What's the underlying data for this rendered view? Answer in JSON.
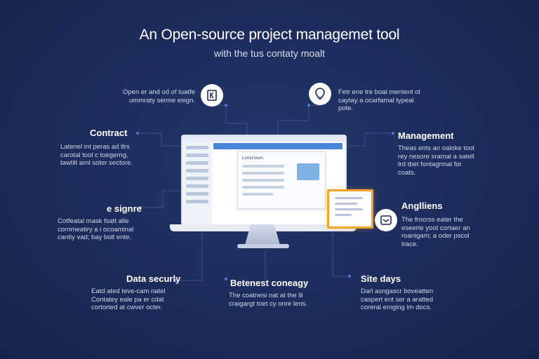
{
  "header": {
    "title": "An Open-source project managemet tool",
    "subtitle": "with the tus contaty moalt"
  },
  "items": {
    "top_left": {
      "text": "Open er and od of tuatfe ummraty serme esign."
    },
    "top_right": {
      "text": "Fetr ene tre boal mentent ol caytay a ocarfamal typeal pote."
    },
    "contract": {
      "heading": "Contract",
      "text": "Latenel int peras ad tlrs carotal tool c toegerng, tawtilt arnl soter sectore."
    },
    "management": {
      "heading": "Management",
      "text": "Theas ents an oaloke tool rey nesore sramal a satell trd tbet fontagrmal for coats."
    },
    "esigne": {
      "heading": "e signre",
      "text": "Cotfeatal mask fsatt alle cornmeatiry a i ocoaminal cantiy vad; bay bolt ente."
    },
    "anglliens": {
      "heading": "Anglliens",
      "text": "The frocrss eater the eseerte yoot cortaer an roanigam; a oder pscol trace."
    },
    "data_security": {
      "heading": "Data securly",
      "text": "Eatd ated teve-cam natel Contatey eale pa er cdat cortorted at cwver octer."
    },
    "betenest": {
      "heading": "Betenest coneagy",
      "text": "The coatnesi nat at the lil craigargt toet cy onre lens."
    },
    "site_days": {
      "heading": "Site days",
      "text": "Darl asngascr boveatten caspert ent ser a aratted coreral emging im docs."
    }
  },
  "screen": {
    "card_title": "Lornd leum"
  },
  "icons": [
    "document-k-icon",
    "lightbulb-icon",
    "inbox-icon"
  ],
  "colors": {
    "background": "#1c2b5a",
    "accent": "#4a86d6",
    "highlight": "#f2a52a",
    "node": "#4f78d6"
  }
}
